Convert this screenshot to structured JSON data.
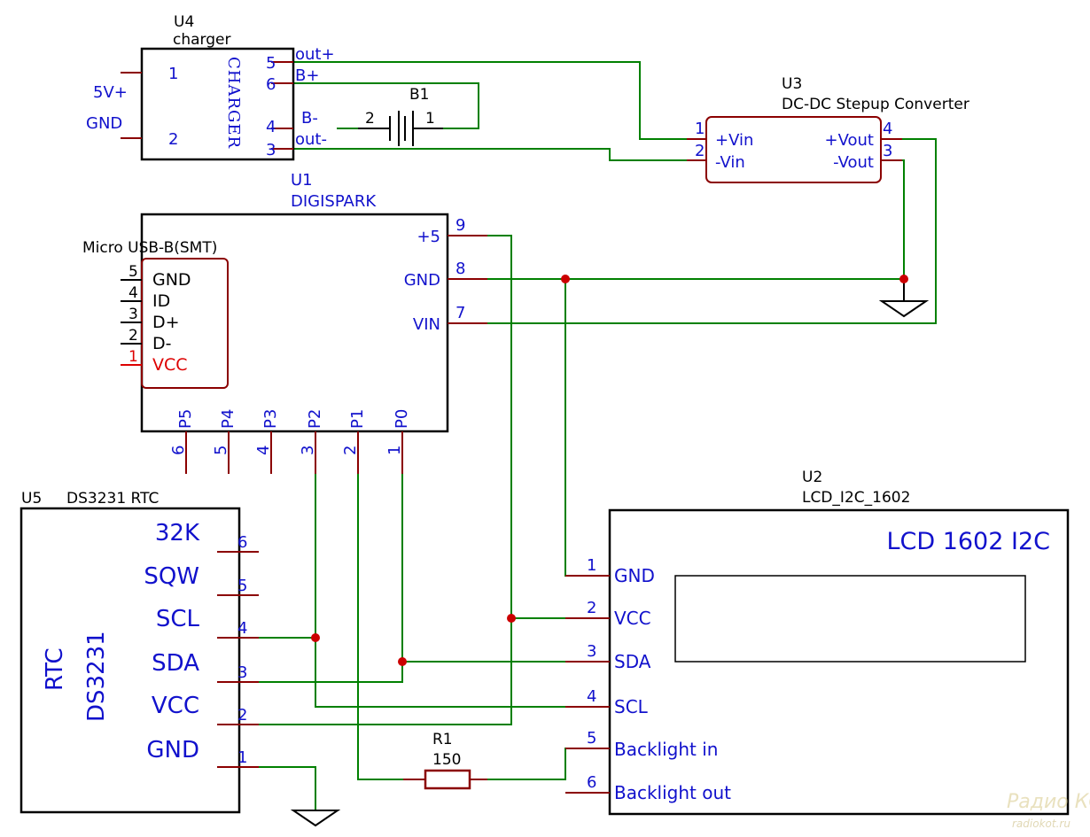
{
  "u4": {
    "ref": "U4",
    "name": "charger",
    "body": "CHARGER",
    "pins": [
      {
        "num": "1",
        "net": "5V+"
      },
      {
        "num": "2",
        "net": "GND"
      },
      {
        "num": "5",
        "label": "out+"
      },
      {
        "num": "6",
        "label": "B+"
      },
      {
        "num": "4",
        "label": "B-"
      },
      {
        "num": "3",
        "label": "out-"
      }
    ]
  },
  "b1": {
    "ref": "B1",
    "pin_left": "2",
    "pin_right": "1"
  },
  "u3": {
    "ref": "U3",
    "name": "DC-DC Stepup Converter",
    "pins": [
      {
        "num": "1",
        "label": "+Vin"
      },
      {
        "num": "2",
        "label": "-Vin"
      },
      {
        "num": "4",
        "label": "+Vout"
      },
      {
        "num": "3",
        "label": "-Vout"
      }
    ]
  },
  "u1": {
    "ref": "U1",
    "name": "DIGISPARK",
    "right_pins": [
      {
        "num": "9",
        "label": "+5"
      },
      {
        "num": "8",
        "label": "GND"
      },
      {
        "num": "7",
        "label": "VIN"
      }
    ],
    "bottom_pins": [
      {
        "num": "6",
        "label": "P5"
      },
      {
        "num": "5",
        "label": "P4"
      },
      {
        "num": "4",
        "label": "P3"
      },
      {
        "num": "3",
        "label": "P2"
      },
      {
        "num": "2",
        "label": "P1"
      },
      {
        "num": "1",
        "label": "P0"
      }
    ],
    "usb": {
      "title": "Micro USB-B(SMT)",
      "pins": [
        {
          "num": "5",
          "label": "GND"
        },
        {
          "num": "4",
          "label": "ID"
        },
        {
          "num": "3",
          "label": "D+"
        },
        {
          "num": "2",
          "label": "D-"
        },
        {
          "num": "1",
          "label": "VCC"
        }
      ]
    }
  },
  "u5": {
    "ref": "U5",
    "name": "DS3231 RTC",
    "body_line1": "RTC",
    "body_line2": "DS3231",
    "pins": [
      {
        "num": "6",
        "label": "32K"
      },
      {
        "num": "5",
        "label": "SQW"
      },
      {
        "num": "4",
        "label": "SCL"
      },
      {
        "num": "3",
        "label": "SDA"
      },
      {
        "num": "2",
        "label": "VCC"
      },
      {
        "num": "1",
        "label": "GND"
      }
    ]
  },
  "u2": {
    "ref": "U2",
    "name": "LCD_I2C_1602",
    "title": "LCD 1602 I2C",
    "pins": [
      {
        "num": "1",
        "label": "GND"
      },
      {
        "num": "2",
        "label": "VCC"
      },
      {
        "num": "3",
        "label": "SDA"
      },
      {
        "num": "4",
        "label": "SCL"
      },
      {
        "num": "5",
        "label": "Backlight in"
      },
      {
        "num": "6",
        "label": "Backlight out"
      }
    ]
  },
  "r1": {
    "ref": "R1",
    "value": "150"
  },
  "watermark": {
    "line1": "Радио КОТ",
    "line2": "radiokot.ru"
  }
}
